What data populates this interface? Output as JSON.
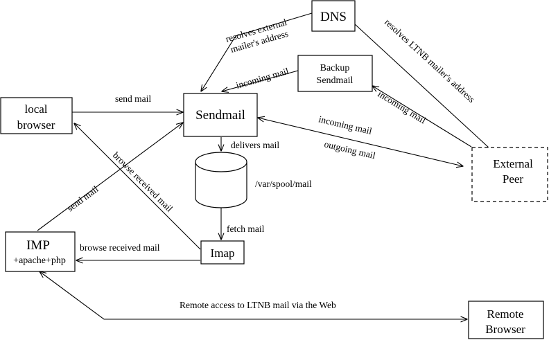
{
  "nodes": {
    "dns": {
      "label": "DNS"
    },
    "sendmail": {
      "label": "Sendmail"
    },
    "backup_sendmail": {
      "line1": "Backup",
      "line2": "Sendmail"
    },
    "local_browser": {
      "line1": "local",
      "line2": "browser"
    },
    "external_peer": {
      "line1": "External",
      "line2": "Peer"
    },
    "spool": {
      "label": "/var/spool/mail"
    },
    "imp": {
      "line1": "IMP",
      "line2": "+apache+php"
    },
    "imap": {
      "label": "Imap"
    },
    "remote_browser": {
      "line1": "Remote",
      "line2": "Browser"
    }
  },
  "edges": {
    "dns_to_sendmail": "resolves external",
    "dns_to_sendmail_2": "mailer's address",
    "dns_to_peer": "resolves LTNB mailer's address",
    "backup_to_sendmail": "incoming mail",
    "peer_to_backup": "incoming mail",
    "local_to_sendmail": "send mail",
    "peer_in": "incoming mail",
    "peer_out": "outgoing mail",
    "delivers": "delivers mail",
    "fetch": "fetch mail",
    "imp_send": "send mail",
    "imap_to_local": "browse received mail",
    "imap_to_imp": "browse received mail",
    "remote_access": "Remote access to LTNB mail via the Web"
  },
  "colors": {
    "stroke": "#000000",
    "fill": "#ffffff"
  }
}
